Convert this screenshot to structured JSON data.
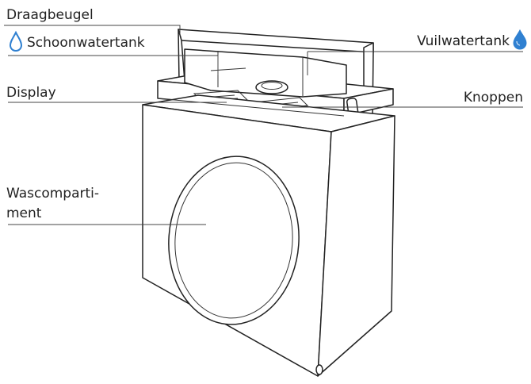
{
  "diagram": {
    "labels": {
      "draagbeugel": "Draagbeugel",
      "schoonwatertank": "Schoonwatertank",
      "vuilwatertank": "Vuilwatertank",
      "display": "Display",
      "knoppen": "Knoppen",
      "wascompartiment_line1": "Wascomparti-",
      "wascompartiment_line2": "ment"
    },
    "icons": {
      "clean_water": "water-drop-outline-icon",
      "dirty_water": "water-drop-filled-icon"
    },
    "colors": {
      "accent_blue": "#2f80d1",
      "outline": "#222222",
      "leader_line": "#444444"
    }
  }
}
